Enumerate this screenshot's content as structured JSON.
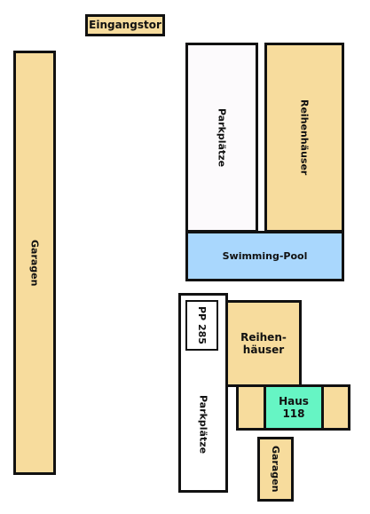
{
  "map": {
    "entrance": "Eingangstor",
    "garage_left": "Garagen",
    "parking_top": "Parkplätze",
    "rowhouses_top": "Reihenhäuser",
    "pool": "Swimming-Pool",
    "parking_bottom": "Parkplätze",
    "pp_label": "PP 285",
    "rowhouses_bottom": "Reihen-\nhäuser",
    "house_label": "Haus\n118",
    "garage_bottom": "Garagen"
  },
  "colors": {
    "building": "#f7dc9d",
    "parking": "#fcfafc",
    "pool": "#a9d7fd",
    "highlight_house": "#66f5c4",
    "outline": "#111111"
  }
}
